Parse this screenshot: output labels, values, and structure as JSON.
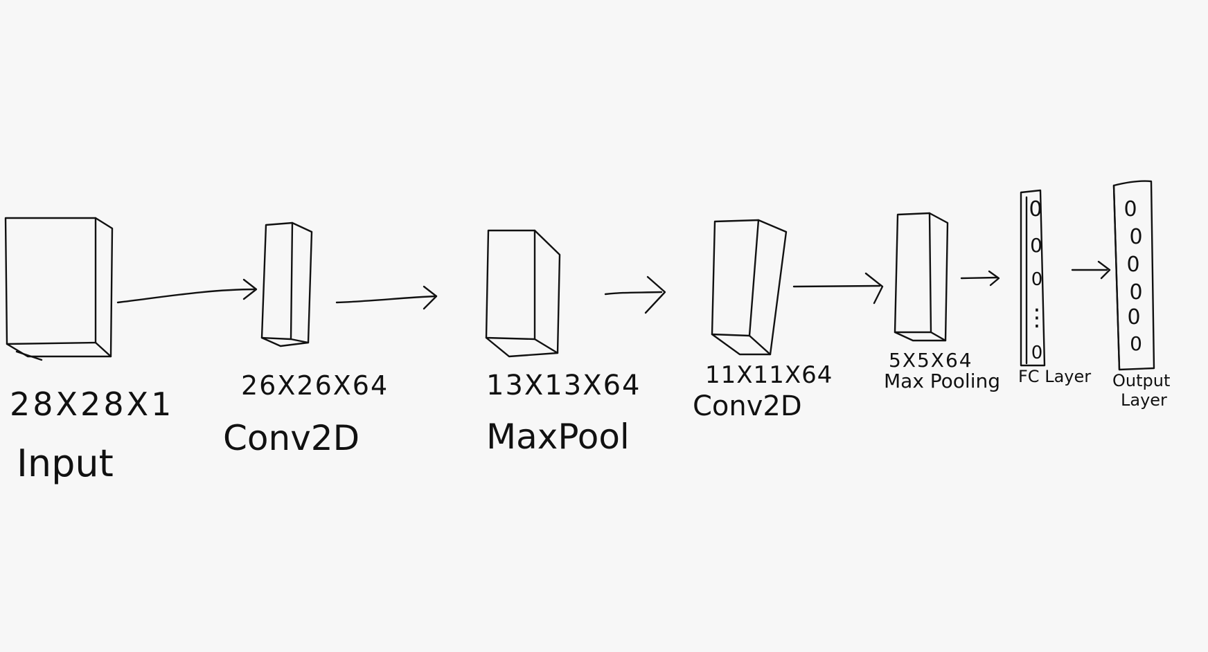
{
  "diagram": {
    "layers": [
      {
        "id": "input",
        "dims": "28X28X1",
        "name": "Input"
      },
      {
        "id": "conv1",
        "dims": "26X26X64",
        "name": "Conv2D"
      },
      {
        "id": "pool1",
        "dims": "13X13X64",
        "name": "MaxPool"
      },
      {
        "id": "conv2",
        "dims": "11X11X64",
        "name": "Conv2D"
      },
      {
        "id": "pool2",
        "dims": "5X5X64",
        "name": "Max Pooling"
      },
      {
        "id": "fc",
        "name": "FC Layer"
      },
      {
        "id": "output",
        "name_line1": "Output",
        "name_line2": "Layer"
      }
    ],
    "fc_neurons": [
      "0",
      "0",
      "0",
      "⋮",
      "0"
    ],
    "output_neurons": [
      "0",
      "0",
      "0",
      "0",
      "0",
      "0"
    ],
    "colors": {
      "ink": "#111111",
      "background": "#f7f7f7"
    }
  }
}
